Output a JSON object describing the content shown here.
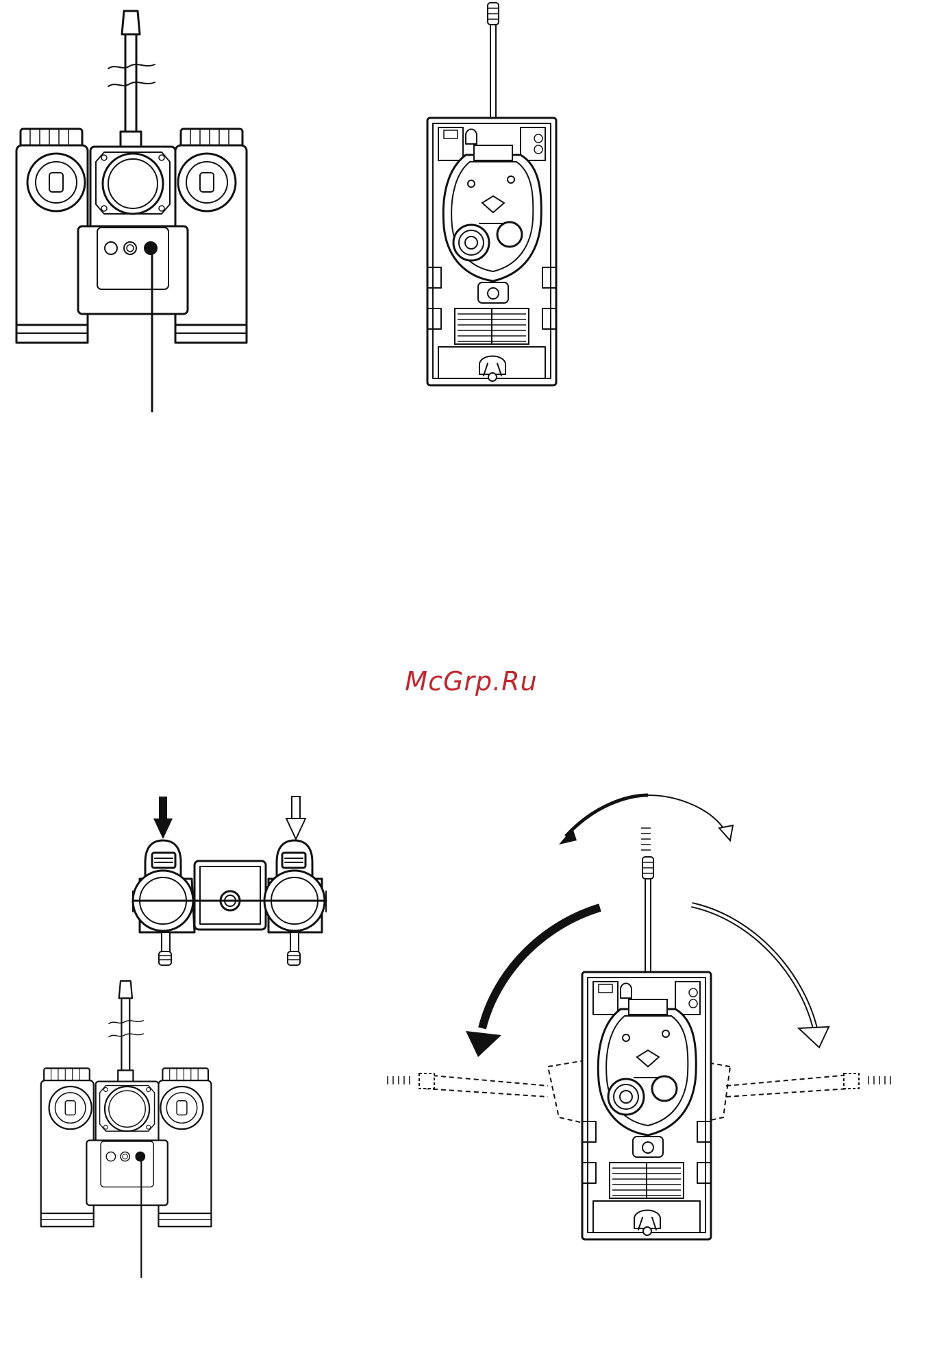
{
  "watermark": {
    "text": "McGrp.Ru",
    "color": "#c0272d"
  },
  "colors": {
    "line": "#111111",
    "background": "#ffffff"
  },
  "figures": [
    {
      "name": "remote-controller-front",
      "icon": "remote-control-icon"
    },
    {
      "name": "tank-top-view",
      "icon": "tank-icon"
    },
    {
      "name": "remote-controller-levers",
      "icon": "lever-icon"
    },
    {
      "name": "remote-controller-front-small",
      "icon": "remote-control-icon"
    },
    {
      "name": "tank-turret-rotation",
      "icon": "rotate-arrow-icon"
    }
  ]
}
